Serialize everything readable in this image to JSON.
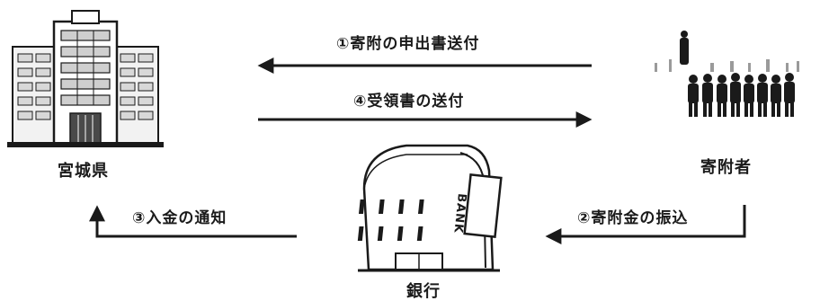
{
  "nodes": {
    "prefecture": {
      "label": "宮城県",
      "icon": "government-building-icon"
    },
    "donor": {
      "label": "寄附者",
      "icon": "people-silhouettes-icon"
    },
    "bank": {
      "label": "銀行",
      "icon": "bank-building-icon",
      "sign": "BANK"
    }
  },
  "flows": [
    {
      "label": "①寄附の申出書送付",
      "from": "donor",
      "to": "prefecture"
    },
    {
      "label": "④受領書の送付",
      "from": "prefecture",
      "to": "donor"
    },
    {
      "label": "②寄附金の振込",
      "from": "donor",
      "to": "bank"
    },
    {
      "label": "③入金の通知",
      "from": "bank",
      "to": "prefecture"
    }
  ],
  "colors": {
    "line": "#1a1a1a",
    "text": "#1a1a1a",
    "background": "#ffffff"
  }
}
